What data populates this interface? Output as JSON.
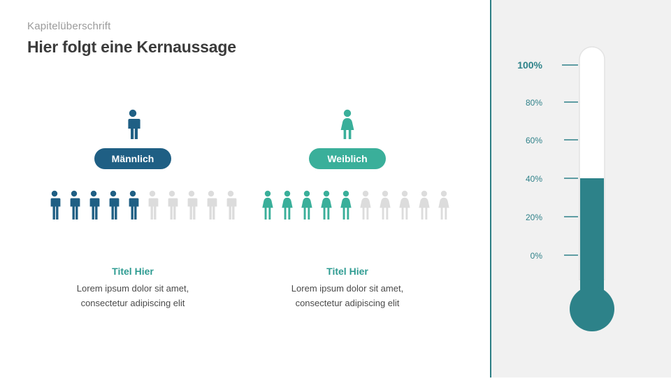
{
  "header": {
    "eyebrow": "Kapitelüberschrift",
    "headline": "Hier folgt eine Kernaussage"
  },
  "colors": {
    "male": "#1f5f84",
    "female": "#3aaf9a",
    "inactive": "#dcdcdc",
    "teal_accent": "#2d7f85",
    "panel_bg": "#f1f1f1",
    "title_text": "#3b3b3b",
    "eyebrow_text": "#9b9b9b"
  },
  "columns": [
    {
      "id": "male",
      "icon": "male-figure-icon",
      "pill_label": "Männlich",
      "pictogram": {
        "total": 10,
        "filled": 5,
        "icon": "male-figure-icon"
      },
      "caption_title": "Titel Hier",
      "caption_line1": "Lorem ipsum dolor sit amet,",
      "caption_line2": "consectetur adipiscing elit"
    },
    {
      "id": "female",
      "icon": "female-figure-icon",
      "pill_label": "Weiblich",
      "pictogram": {
        "total": 10,
        "filled": 5,
        "icon": "female-figure-icon"
      },
      "caption_title": "Titel Hier",
      "caption_line1": "Lorem ipsum dolor sit amet,",
      "caption_line2": "consectetur adipiscing elit"
    }
  ],
  "chart_data": {
    "type": "bar",
    "title": "Thermometer",
    "subtype": "thermometer-gauge",
    "value": 40,
    "unit": "%",
    "ylim": [
      0,
      100
    ],
    "ylabel": "",
    "xlabel": "",
    "grid": false,
    "legend": null,
    "ticks": [
      {
        "label": "100%",
        "value": 100,
        "emphasis": "major"
      },
      {
        "label": "80%",
        "value": 80,
        "emphasis": "minor"
      },
      {
        "label": "60%",
        "value": 60,
        "emphasis": "minor"
      },
      {
        "label": "40%",
        "value": 40,
        "emphasis": "minor"
      },
      {
        "label": "20%",
        "value": 20,
        "emphasis": "minor"
      },
      {
        "label": "0%",
        "value": 0,
        "emphasis": "minor"
      }
    ],
    "fill_color": "#2d8289",
    "tube_color": "#ffffff",
    "categories": [
      "Männlich",
      "Weiblich"
    ],
    "values": [
      50,
      50
    ]
  }
}
